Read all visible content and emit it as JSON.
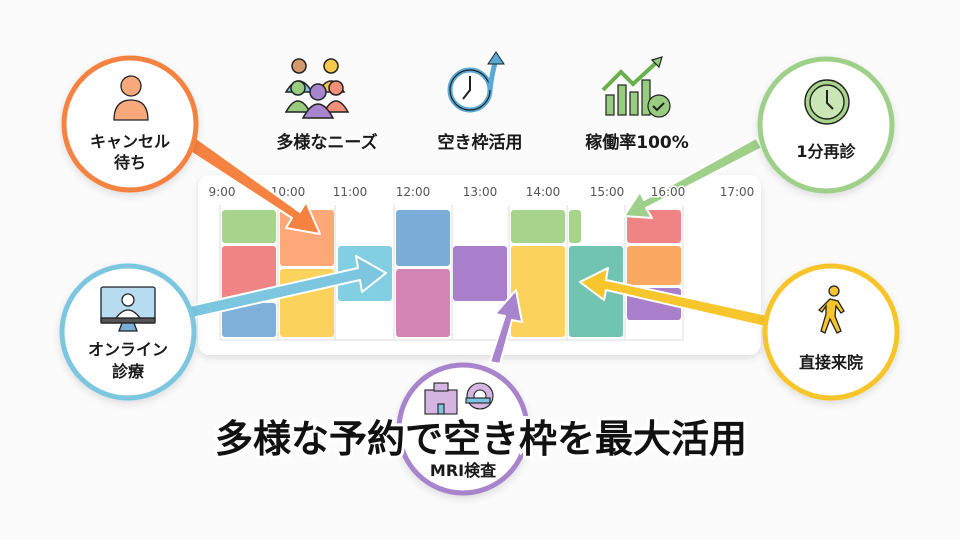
{
  "title": "多様な予約で空き枠を最大活用",
  "features": [
    {
      "label": "多様なニーズ",
      "icon": "people-group-icon"
    },
    {
      "label": "空き枠活用",
      "icon": "clock-refresh-icon"
    },
    {
      "label": "稼働率100%",
      "icon": "growth-chart-check-icon"
    }
  ],
  "schedule": {
    "times": [
      "9:00",
      "10:00",
      "11:00",
      "12:00",
      "13:00",
      "14:00",
      "15:00",
      "16:00",
      "17:00"
    ]
  },
  "channels": [
    {
      "label_lines": [
        "キャンセル",
        "待ち"
      ],
      "color": "#f58240",
      "icon": "person-icon"
    },
    {
      "label_lines": [
        "オンライン",
        "診療"
      ],
      "color": "#7cc6e0",
      "icon": "online-doctor-monitor-icon"
    },
    {
      "label_lines": [
        "MRI検査"
      ],
      "color": "#a884cc",
      "icon": "hospital-mri-icon"
    },
    {
      "label_lines": [
        "1分再診"
      ],
      "color": "#9fd08a",
      "icon": "clock-icon"
    },
    {
      "label_lines": [
        "直接来院"
      ],
      "color": "#f7c52c",
      "icon": "walking-person-icon"
    }
  ]
}
